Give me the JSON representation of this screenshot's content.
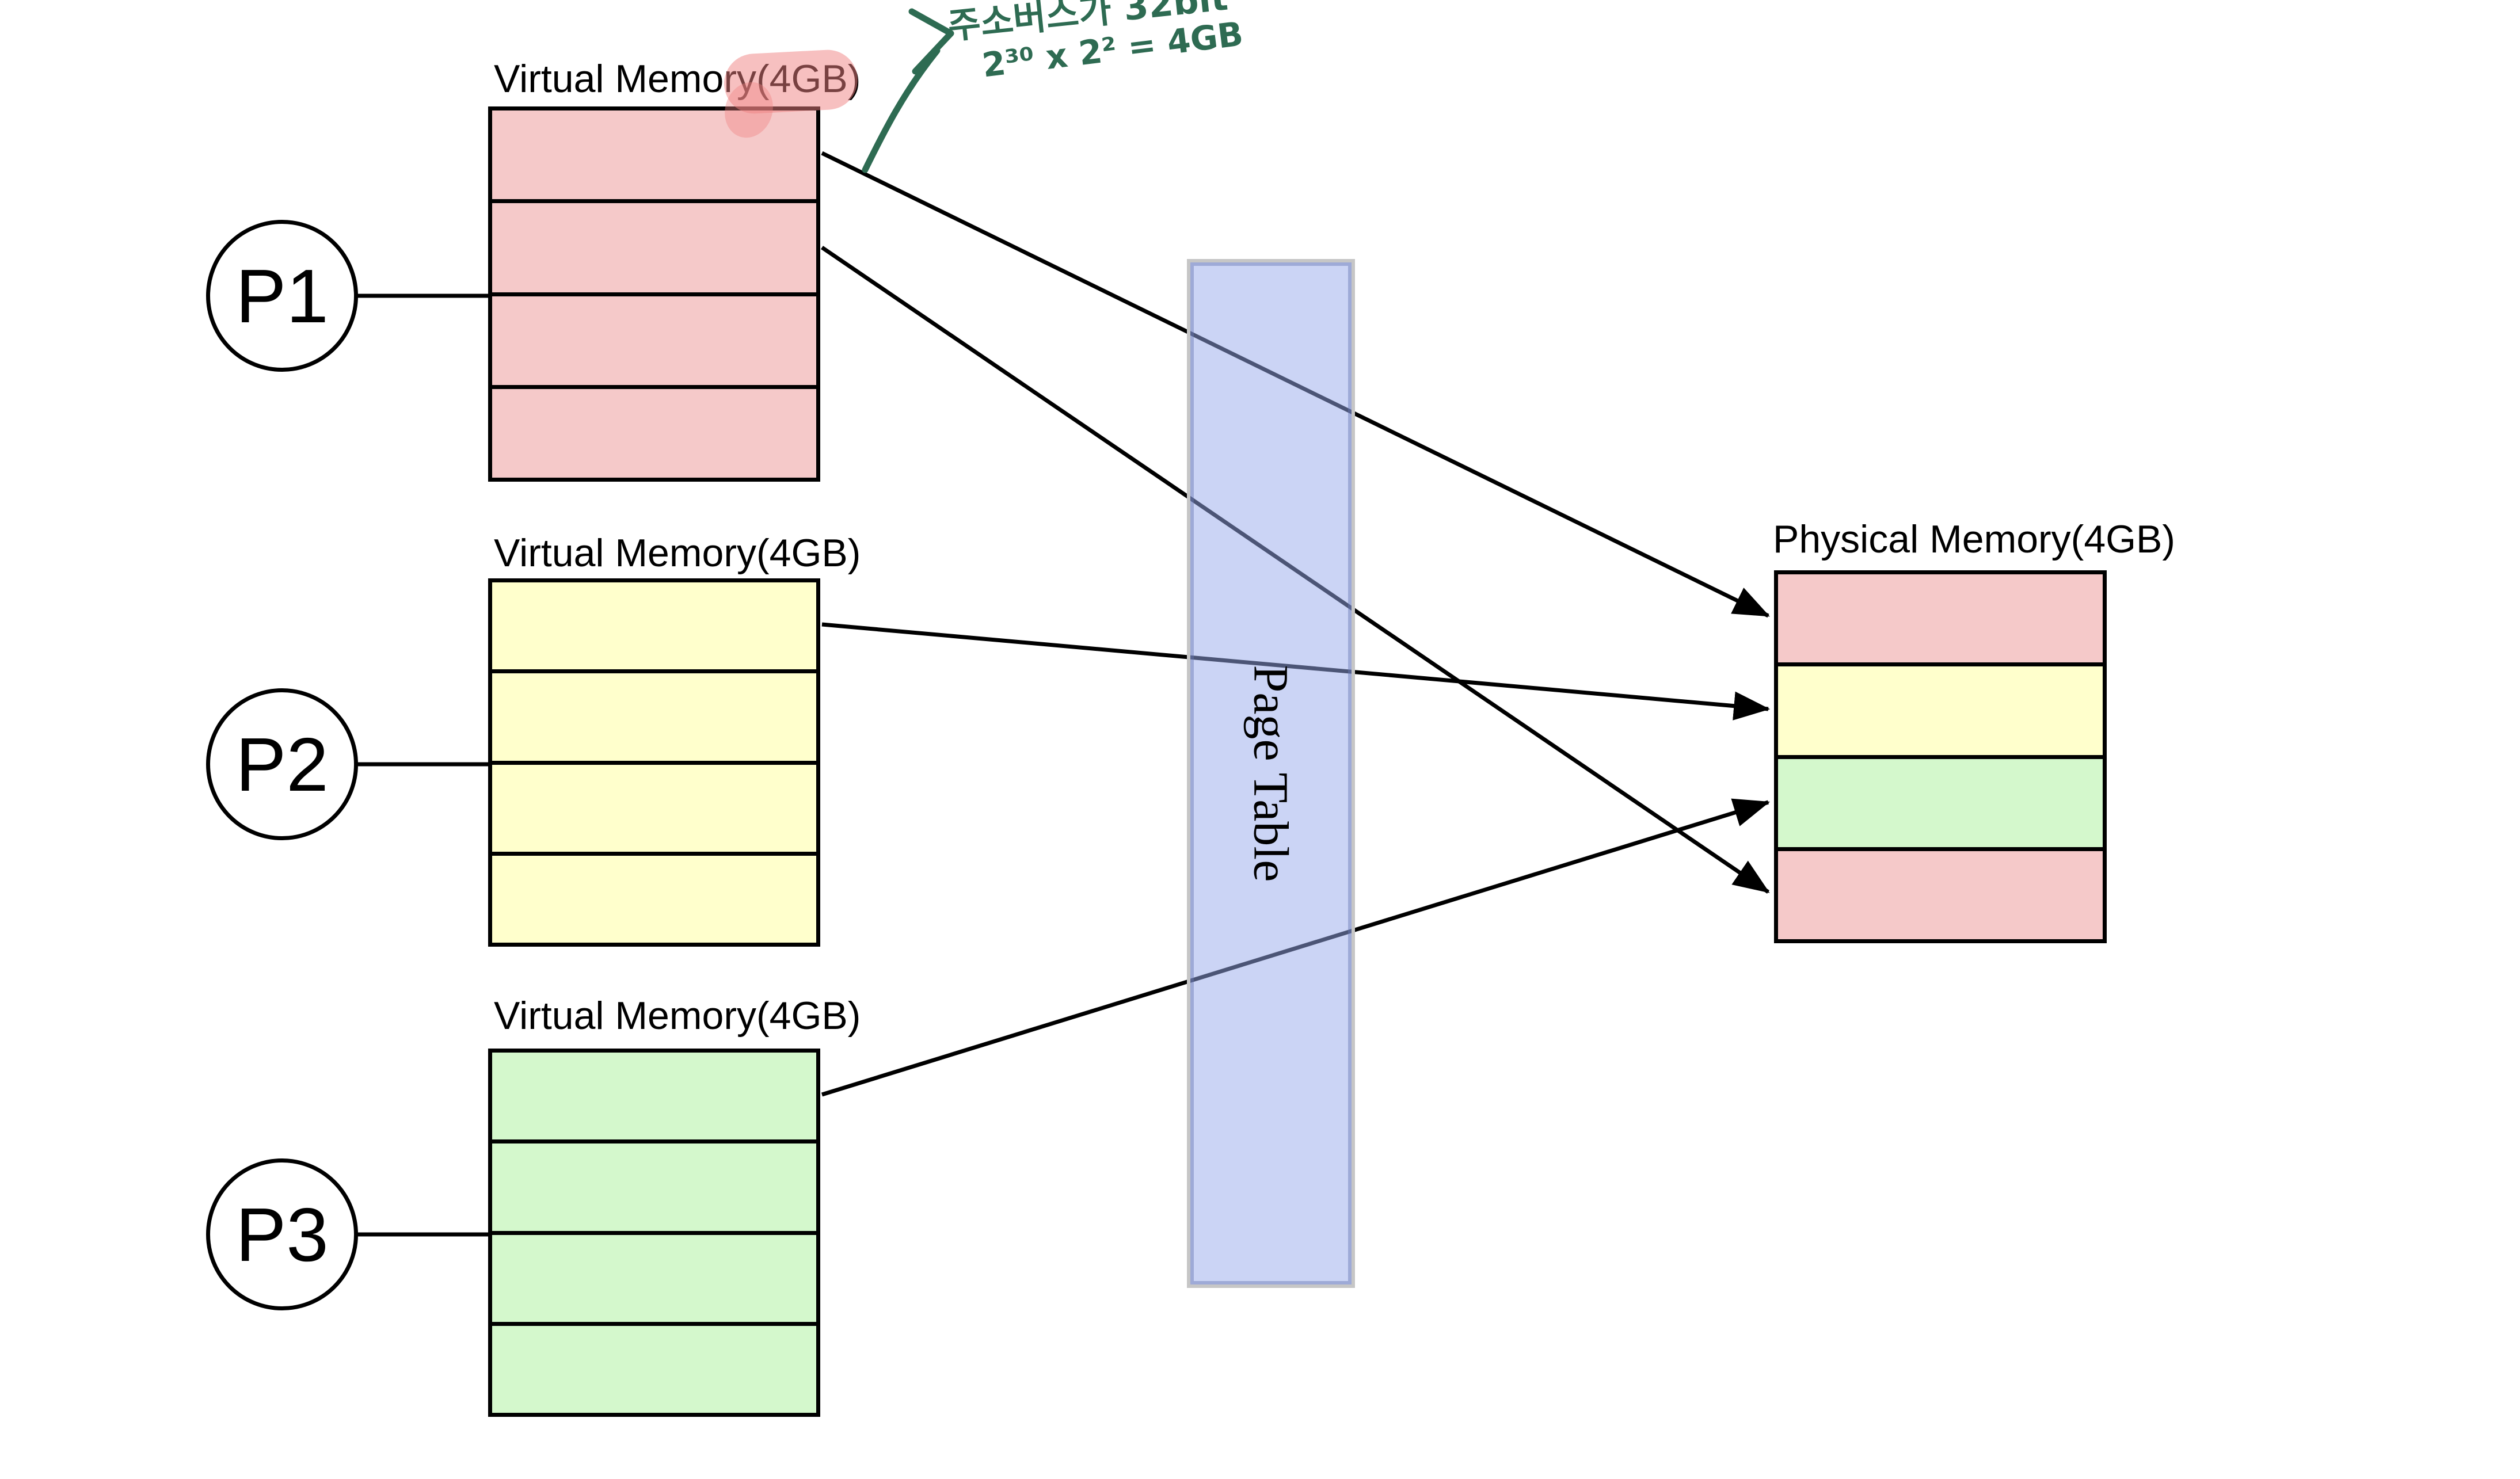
{
  "diagram_type": "virtual-memory-paging",
  "labels": {
    "virtual_memory": "Virtual Memory(4GB)",
    "physical_memory": "Physical Memory(4GB)",
    "page_table": "Page Table"
  },
  "processes": [
    {
      "label": "P1",
      "memory_label": "Virtual Memory(4GB)",
      "color": "#f5c9c9",
      "pages": 4
    },
    {
      "label": "P2",
      "memory_label": "Virtual Memory(4GB)",
      "color": "#ffffcc",
      "pages": 4
    },
    {
      "label": "P3",
      "memory_label": "Virtual Memory(4GB)",
      "color": "#d4f8cc",
      "pages": 4
    }
  ],
  "page_table": {
    "label": "Page Table",
    "fill": "#97aaeb",
    "border": "#c6c6c6"
  },
  "physical_memory": {
    "label": "Physical Memory(4GB)",
    "frames": 4,
    "frame_colors": [
      "#f5c9c9",
      "#ffffcc",
      "#d4f8cc",
      "#f5c9c9"
    ]
  },
  "mappings": [
    {
      "from": "P1 virtual page 1",
      "to": "physical frame 1"
    },
    {
      "from": "P1 virtual page 2",
      "to": "physical frame 4"
    },
    {
      "from": "P2 virtual page 1",
      "to": "physical frame 2"
    },
    {
      "from": "P3 virtual page 1",
      "to": "physical frame 3"
    }
  ],
  "annotation": {
    "line1": "주소버스가 32bit",
    "line2": "2³⁰ x 2² = 4GB",
    "color": "#2e6b52",
    "highlight_color": "#f08c8c"
  }
}
